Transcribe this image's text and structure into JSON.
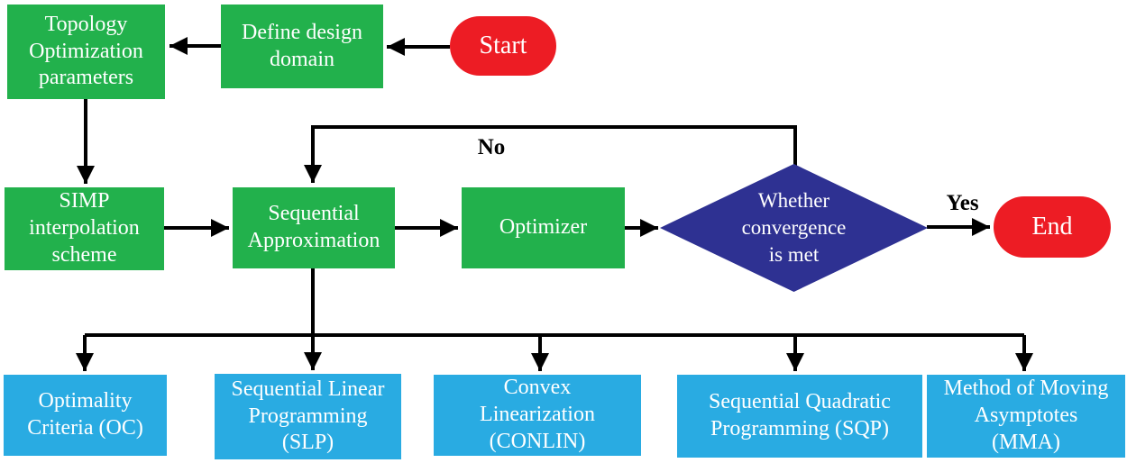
{
  "colors": {
    "process-green": "#22b14c",
    "terminal-red": "#ed1c24",
    "decision-navy": "#2e3192",
    "method-blue": "#29abe2",
    "connector-black": "#000000",
    "node-text-white": "#ffffff"
  },
  "nodes": {
    "start": {
      "label": "Start"
    },
    "define_domain": {
      "label": "Define design\ndomain"
    },
    "topology_params": {
      "label": "Topology\nOptimization\nparameters"
    },
    "simp": {
      "label": "SIMP\ninterpolation\nscheme"
    },
    "seq_approx": {
      "label": "Sequential\nApproximation"
    },
    "optimizer": {
      "label": "Optimizer"
    },
    "convergence": {
      "label": "Whether\nconvergence\nis met"
    },
    "end": {
      "label": "End"
    },
    "oc": {
      "label": "Optimality\nCriteria (OC)"
    },
    "slp": {
      "label": "Sequential Linear\nProgramming\n(SLP)"
    },
    "conlin": {
      "label": "Convex\nLinearization\n(CONLIN)"
    },
    "sqp": {
      "label": "Sequential Quadratic\nProgramming (SQP)"
    },
    "mma": {
      "label": "Method of Moving\nAsymptotes\n(MMA)"
    }
  },
  "edge_labels": {
    "no": "No",
    "yes": "Yes"
  }
}
